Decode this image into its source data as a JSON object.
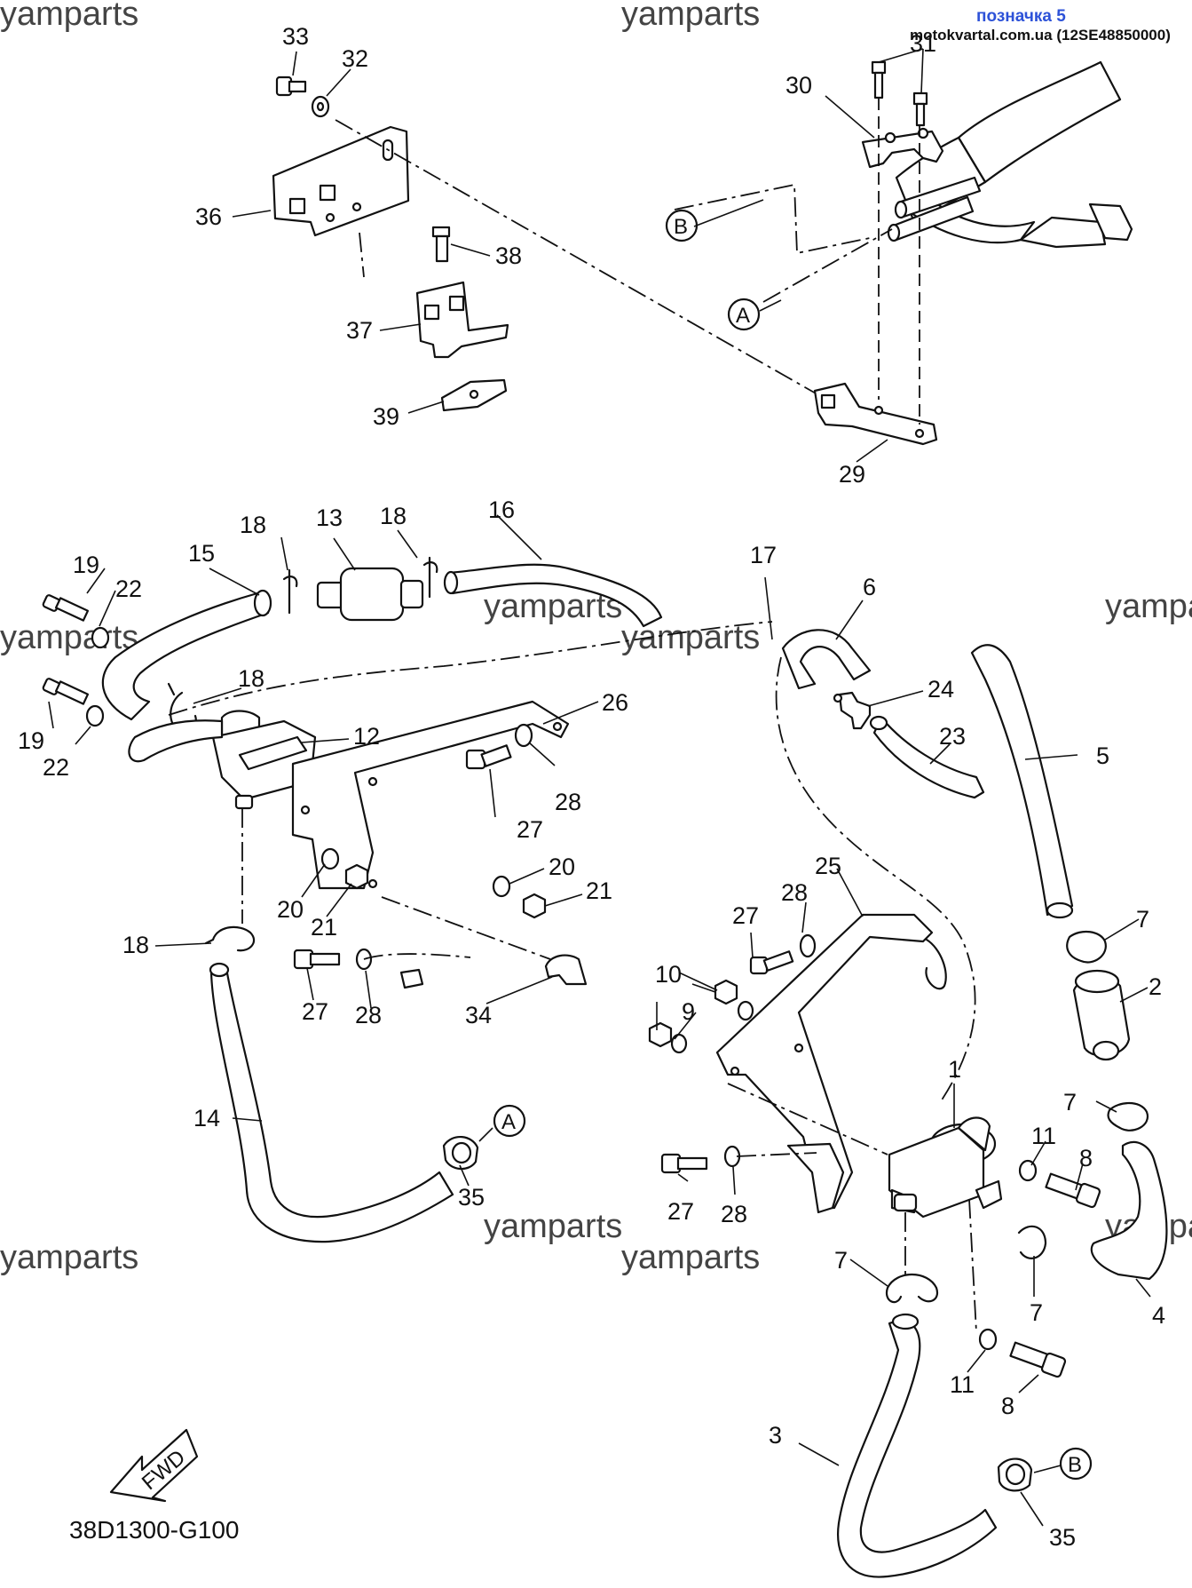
{
  "stamp": {
    "title": "позначка 5",
    "subtitle": "motokvartal.com.ua (12SE48850000)"
  },
  "watermark": "yamparts",
  "diagram_code": "38D1300-G100",
  "fwd_label": "FWD",
  "ref_letters": [
    "A",
    "B"
  ],
  "callouts": [
    "1",
    "2",
    "3",
    "4",
    "5",
    "6",
    "7",
    "8",
    "9",
    "10",
    "11",
    "12",
    "13",
    "14",
    "15",
    "16",
    "17",
    "18",
    "19",
    "20",
    "21",
    "22",
    "23",
    "24",
    "25",
    "26",
    "27",
    "28",
    "29",
    "30",
    "31",
    "32",
    "33",
    "34",
    "35",
    "36",
    "37",
    "38",
    "39"
  ]
}
